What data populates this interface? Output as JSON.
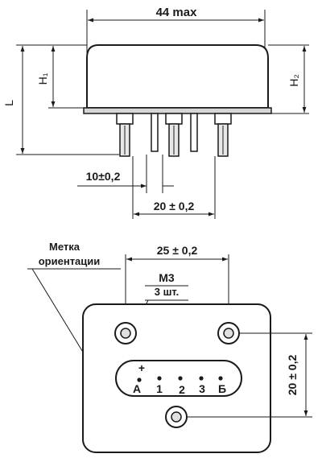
{
  "side_view": {
    "overall_width": "44 max",
    "left_height": "L",
    "height_1": "H₁",
    "height_2": "H₂",
    "lead_spacing": "10±0,2",
    "lead_span": "20 ± 0,2"
  },
  "bottom_view": {
    "orientation_mark_line1": "Метка",
    "orientation_mark_line2": "ориентации",
    "hole_spacing_horizontal": "25 ± 0,2",
    "thread_size": "M3",
    "thread_count": "3 шт.",
    "hole_spacing_vertical": "20 ± 0,2",
    "polarity_mark": "+",
    "pins": [
      "А",
      "1",
      "2",
      "3",
      "Б"
    ]
  }
}
